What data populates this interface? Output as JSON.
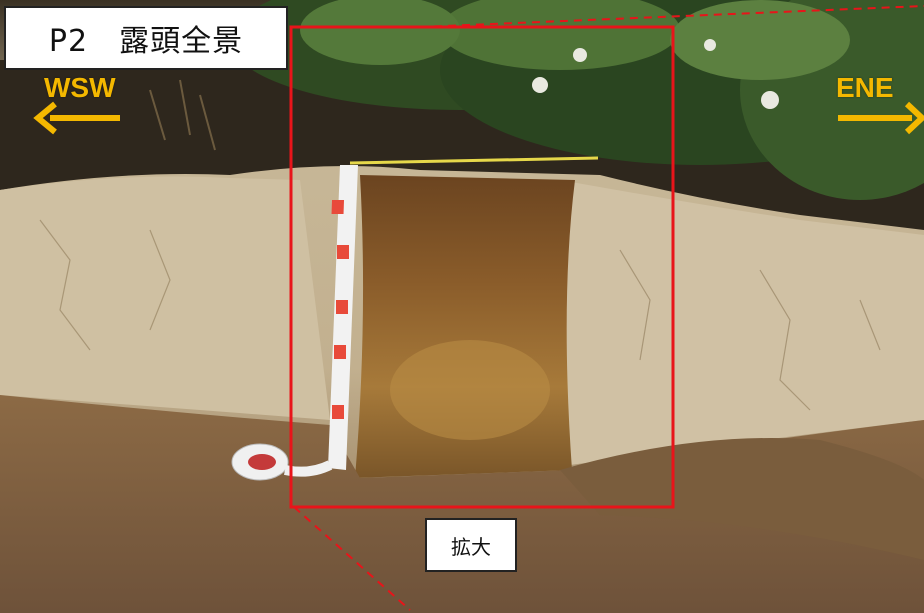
{
  "title": "P2　露頭全景",
  "directions": {
    "left": "WSW",
    "right": "ENE"
  },
  "zoom_label": "拡大",
  "colors": {
    "arrow": "#f4b800",
    "frame": "#e8141a",
    "soil_bright": "#a77a3a"
  }
}
